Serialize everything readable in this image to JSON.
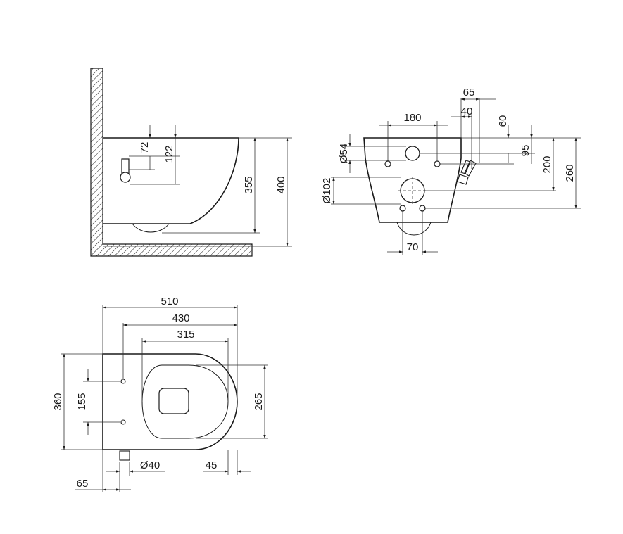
{
  "side_view": {
    "dims": {
      "d72": "72",
      "d122": "122",
      "d355": "355",
      "d400": "400"
    }
  },
  "rear_view": {
    "dims": {
      "d65": "65",
      "d40": "40",
      "d180": "180",
      "d60": "60",
      "d95": "95",
      "d200": "200",
      "d260": "260",
      "d54": "Ø54",
      "d102": "Ø102",
      "d70": "70"
    }
  },
  "top_view": {
    "dims": {
      "d510": "510",
      "d430": "430",
      "d315": "315",
      "d360": "360",
      "d155": "155",
      "d265": "265",
      "d40": "Ø40",
      "d45": "45",
      "d65": "65"
    }
  },
  "colors": {
    "line": "#1a1a1a",
    "background": "#ffffff"
  }
}
